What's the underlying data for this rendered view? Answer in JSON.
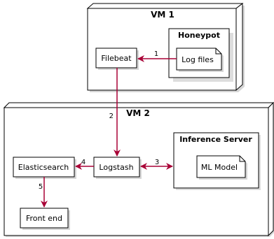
{
  "nodes": {
    "vm1": {
      "title": "VM 1"
    },
    "vm2": {
      "title": "VM 2"
    },
    "honeypot": {
      "title": "Honeypot"
    },
    "inference_server": {
      "title": "Inference Server"
    }
  },
  "components": {
    "filebeat": "Filebeat",
    "log_files": "Log files",
    "logstash": "Logstash",
    "elasticsearch": "Elasticsearch",
    "ml_model": "ML Model",
    "front_end": "Front end"
  },
  "edges": [
    {
      "label": "1",
      "from": "log_files",
      "to": "filebeat"
    },
    {
      "label": "2",
      "from": "filebeat",
      "to": "logstash"
    },
    {
      "label": "3",
      "from": "logstash",
      "to": "inference_server",
      "bidirectional": true
    },
    {
      "label": "4",
      "from": "logstash",
      "to": "elasticsearch"
    },
    {
      "label": "5",
      "from": "elasticsearch",
      "to": "front_end"
    }
  ],
  "colors": {
    "arrow": "#a80036",
    "stroke": "#000000",
    "shadow": "#cccccc",
    "fill": "#ffffff"
  }
}
